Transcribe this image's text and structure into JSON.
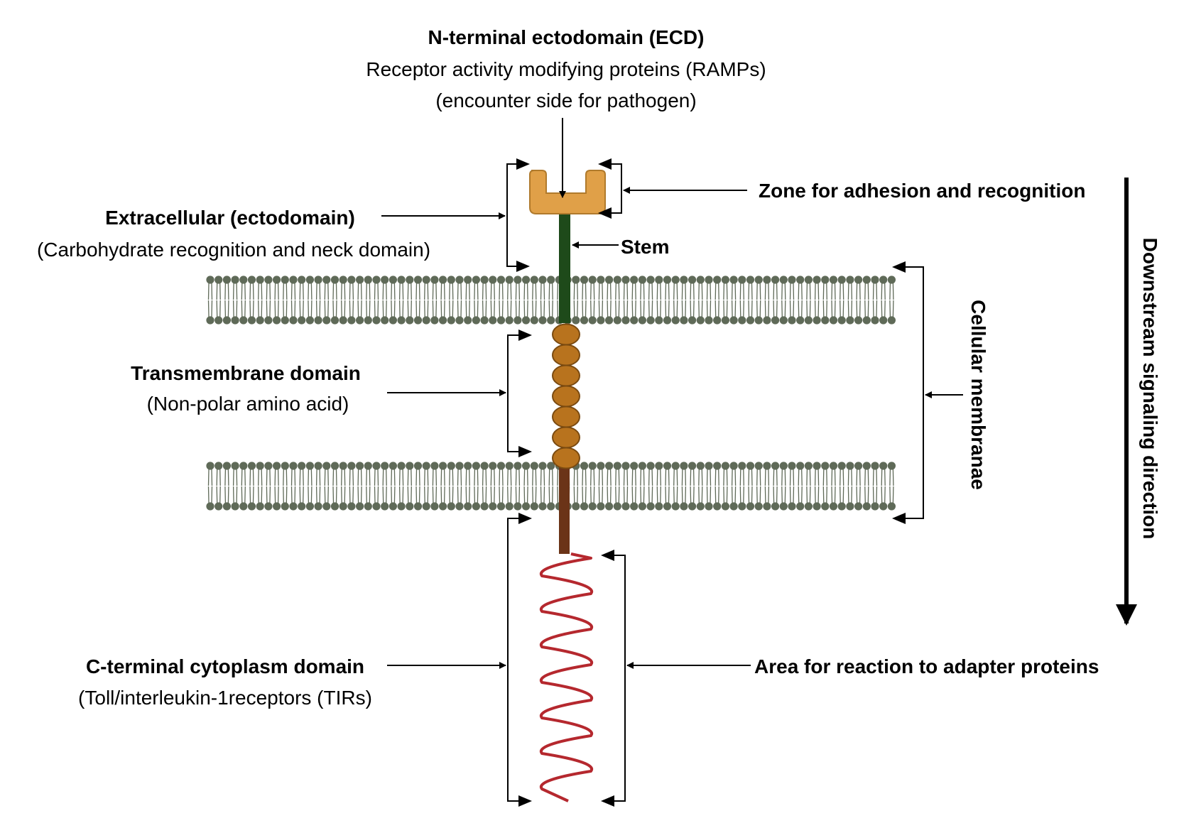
{
  "labels": {
    "ecd_title": "N-terminal ectodomain (ECD)",
    "ecd_line2": "Receptor activity modifying proteins (RAMPs)",
    "ecd_line3": "(encounter side for pathogen)",
    "zone": "Zone for adhesion and recognition",
    "extracellular_title": "Extracellular (ectodomain)",
    "extracellular_sub": "(Carbohydrate recognition and neck domain)",
    "stem": "Stem",
    "transmembrane_title": "Transmembrane domain",
    "transmembrane_sub": "(Non-polar amino acid)",
    "cellular_membranae": "Cellular membranae",
    "downstream": "Downstream signaling direction",
    "cterminal_title": "C-terminal cytoplasm  domain",
    "cterminal_sub": "(Toll/interleukin-1receptors (TIRs)",
    "adapter": "Area for reaction to adapter proteins"
  },
  "colors": {
    "head": "#E0A048",
    "head_stroke": "#B07A2C",
    "stem": "#1E4A1A",
    "bead": "#B8731E",
    "bead_stroke": "#7A4A10",
    "tail": "#6B3418",
    "coil": "#B5282E",
    "lipid": "#5F6A58"
  }
}
